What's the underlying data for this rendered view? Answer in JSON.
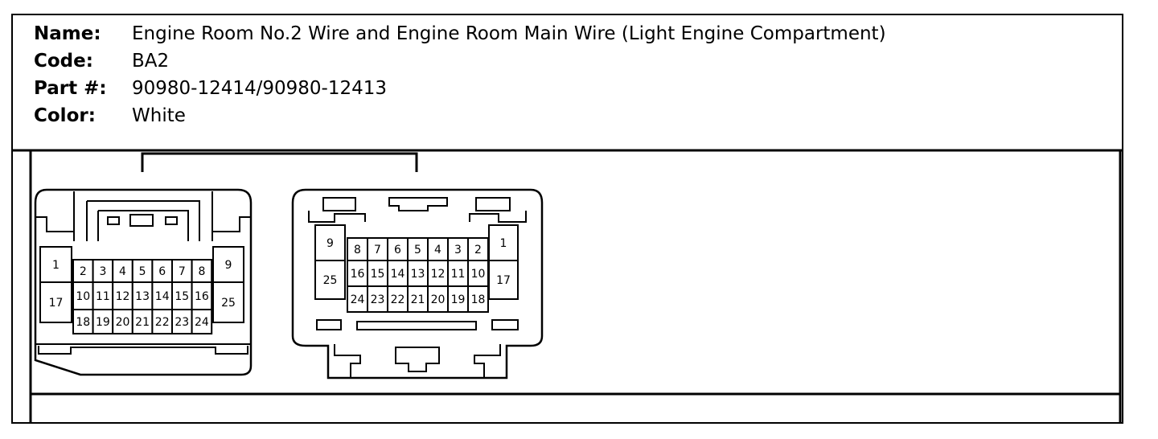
{
  "header": {
    "name_label": "Name:",
    "name_value": "Engine Room No.2 Wire and Engine Room Main Wire (Light Engine Compartment)",
    "code_label": "Code:",
    "code_value": "BA2",
    "part_label": "Part #:",
    "part_value": "90980-12414/90980-12413",
    "color_label": "Color:",
    "color_value": "White"
  },
  "connectors": {
    "left": {
      "pins": [
        "1",
        "2",
        "3",
        "4",
        "5",
        "6",
        "7",
        "8",
        "9",
        "10",
        "11",
        "12",
        "13",
        "14",
        "15",
        "16",
        "17",
        "18",
        "19",
        "20",
        "21",
        "22",
        "23",
        "24",
        "25"
      ]
    },
    "right": {
      "pins": [
        "1",
        "2",
        "3",
        "4",
        "5",
        "6",
        "7",
        "8",
        "9",
        "10",
        "11",
        "12",
        "13",
        "14",
        "15",
        "16",
        "17",
        "18",
        "19",
        "20",
        "21",
        "22",
        "23",
        "24",
        "25"
      ]
    }
  }
}
